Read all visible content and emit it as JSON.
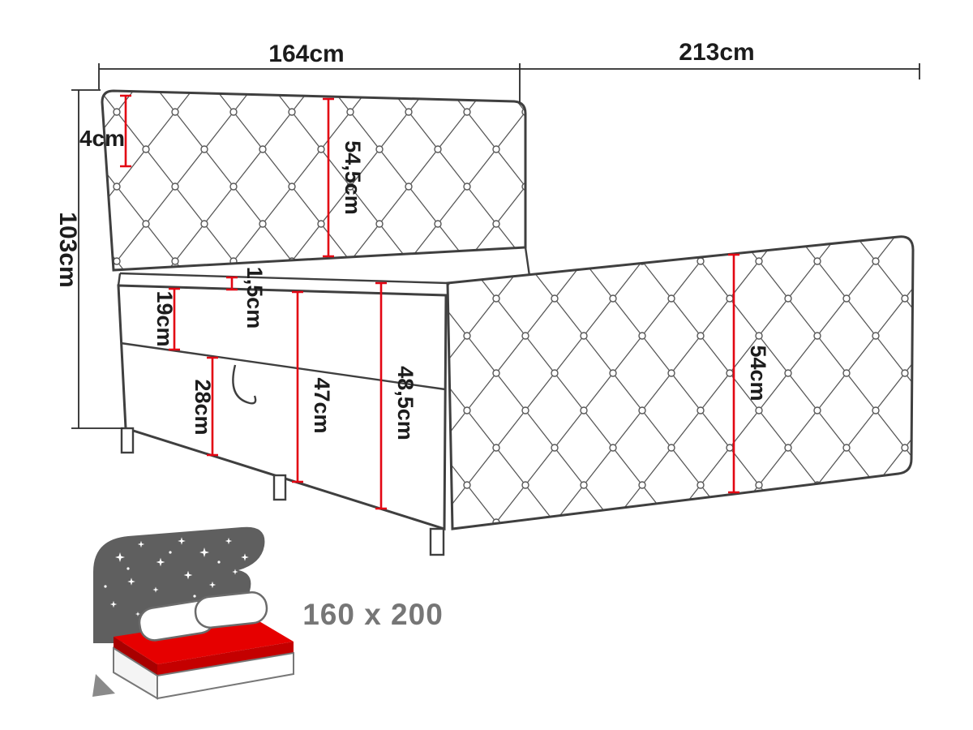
{
  "diagram": {
    "title_hidden": "",
    "bed_size_label": "160 x 200",
    "dimensions": {
      "headboard_width": "164cm",
      "bed_length": "213cm",
      "total_height": "103cm",
      "top_edge": "4cm",
      "headboard_height": "54,5cm",
      "upper_base_height": "19cm",
      "mattress_lip": "1,5cm",
      "drawer_height": "28cm",
      "base_height": "47cm",
      "front_height": "48,5cm",
      "side_panel_height": "54cm"
    },
    "colors": {
      "dimension_red": "#e30613",
      "outline_gray": "#3f3f3f",
      "label_gray": "#767676",
      "icon_dark": "#5f5f5f",
      "icon_red": "#e60000"
    }
  }
}
